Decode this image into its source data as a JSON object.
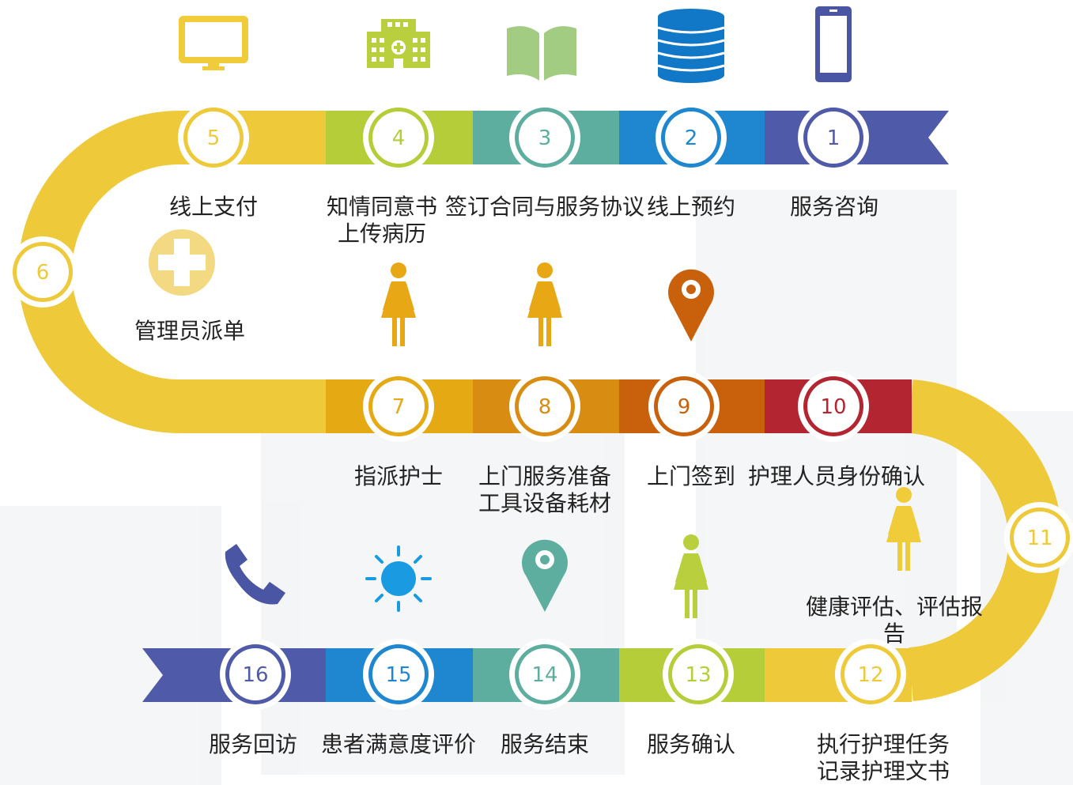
{
  "steps": [
    {
      "num": "1",
      "label": "服务咨询",
      "label2": "",
      "icon": "smartphone-icon",
      "color": "#4f5aa8"
    },
    {
      "num": "2",
      "label": "线上预约",
      "label2": "",
      "icon": "database-icon",
      "color": "#1e87d0"
    },
    {
      "num": "3",
      "label": "签订合同与服务协议",
      "label2": "",
      "icon": "open-book-icon",
      "color": "#5eaea0"
    },
    {
      "num": "4",
      "label": "知情同意书",
      "label2": "上传病历",
      "icon": "hospital-building-icon",
      "color": "#b6cd3a"
    },
    {
      "num": "5",
      "label": "线上支付",
      "label2": "",
      "icon": "monitor-icon",
      "color": "#eec93a"
    },
    {
      "num": "6",
      "label": "管理员派单",
      "label2": "",
      "icon": "medical-cross-icon",
      "color": "#eec93a"
    },
    {
      "num": "7",
      "label": "指派护士",
      "label2": "",
      "icon": "nurse-figure-icon",
      "color": "#e5a913"
    },
    {
      "num": "8",
      "label": "上门服务准备",
      "label2": "工具设备耗材",
      "icon": "nurse-figure-icon",
      "color": "#d98c12"
    },
    {
      "num": "9",
      "label": "上门签到",
      "label2": "",
      "icon": "location-pin-icon",
      "color": "#c9610c"
    },
    {
      "num": "10",
      "label": "护理人员身份确认",
      "label2": "",
      "icon": "",
      "color": "#b32631"
    },
    {
      "num": "11",
      "label": "健康评估、评估报",
      "label2": "告",
      "icon": "nurse-figure-icon",
      "color": "#eec93a"
    },
    {
      "num": "12",
      "label": "执行护理任务",
      "label2": "记录护理文书",
      "icon": "",
      "color": "#eec93a"
    },
    {
      "num": "13",
      "label": "服务确认",
      "label2": "",
      "icon": "nurse-figure-icon",
      "color": "#b6cd3a"
    },
    {
      "num": "14",
      "label": "服务结束",
      "label2": "",
      "icon": "location-pin-icon",
      "color": "#5eaea0"
    },
    {
      "num": "15",
      "label": "患者满意度评价",
      "label2": "",
      "icon": "sun-icon",
      "color": "#1e87d0"
    },
    {
      "num": "16",
      "label": "服务回访",
      "label2": "",
      "icon": "phone-icon",
      "color": "#4f5aa8"
    }
  ],
  "colors": {
    "yellow": "#eec93a",
    "lime": "#b6cd3a",
    "teal": "#5eaea0",
    "blue": "#1e87d0",
    "indigo": "#4f5aa8",
    "amber": "#e5a913",
    "orange": "#d98c12",
    "burnt": "#c9610c",
    "crimson": "#b32631",
    "text": "#222222",
    "icon_yellow": "#f0cc3a",
    "icon_lime": "#b9cf3e",
    "icon_green": "#a3cc83",
    "icon_blue": "#1178c8",
    "icon_indigo": "#4a55a3",
    "icon_cross": "#f3d982",
    "icon_amber": "#e8a714",
    "icon_rust": "#c9610c",
    "icon_teal": "#5eaea0",
    "icon_sky": "#1a9ae0",
    "icon_phone": "#4a55a3"
  }
}
